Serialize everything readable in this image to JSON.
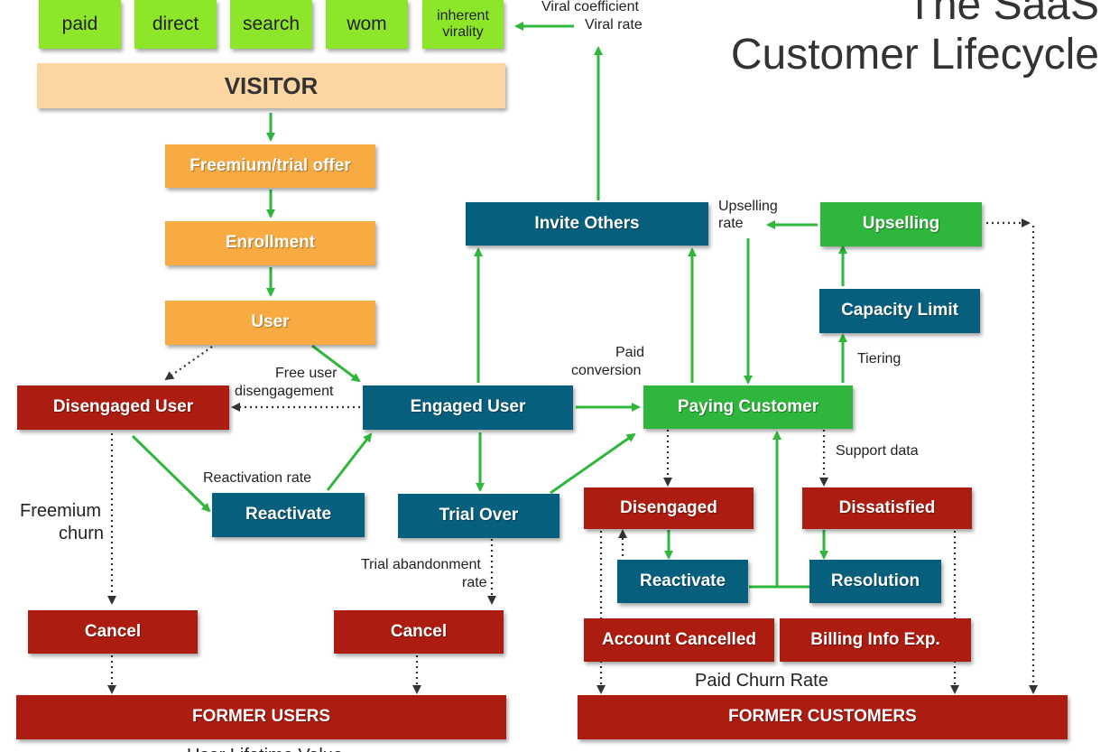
{
  "title": {
    "line1": "The SaaS",
    "line2": "Customer Lifecycle"
  },
  "sources": {
    "paid": "paid",
    "direct": "direct",
    "search": "search",
    "wom": "wom",
    "virality": "inherent virality"
  },
  "nodes": {
    "visitor": "VISITOR",
    "freemium_offer": "Freemium/trial offer",
    "enrollment": "Enrollment",
    "user": "User",
    "disengaged_user": "Disengaged User",
    "engaged_user": "Engaged User",
    "reactivate_left": "Reactivate",
    "trial_over": "Trial Over",
    "invite_others": "Invite Others",
    "paying_customer": "Paying Customer",
    "capacity_limit": "Capacity Limit",
    "upselling": "Upselling",
    "disengaged": "Disengaged",
    "dissatisfied": "Dissatisfied",
    "reactivate_right": "Reactivate",
    "resolution": "Resolution",
    "account_cancelled": "Account Cancelled",
    "billing_info_exp": "Billing Info Exp.",
    "cancel_left": "Cancel",
    "cancel_mid": "Cancel",
    "former_users": "FORMER USERS",
    "former_customers": "FORMER CUSTOMERS"
  },
  "labels": {
    "viral_coefficient": "Viral coefficient",
    "viral_rate": "Viral rate",
    "upselling_rate_1": "Upselling",
    "upselling_rate_2": "rate",
    "paid_conversion_1": "Paid",
    "paid_conversion_2": "conversion",
    "free_user_1": "Free user",
    "free_user_2": "disengagement",
    "tiering": "Tiering",
    "reactivation_rate": "Reactivation rate",
    "support_data": "Support data",
    "freemium_churn_1": "Freemium",
    "freemium_churn_2": "churn",
    "trial_abandonment_1": "Trial abandonment",
    "trial_abandonment_2": "rate",
    "paid_churn_rate": "Paid Churn Rate",
    "user_lifetime_value": "User Lifetime Value"
  },
  "colors": {
    "source_green": "#8ee62a",
    "visitor_peach": "#fbd6a2",
    "funnel_orange": "#f8ab42",
    "teal": "#075f7e",
    "customer_green": "#2fb63c",
    "churn_red": "#ad1c10",
    "arrow_green": "#2fb63c",
    "dotted_arrow": "#333333"
  }
}
